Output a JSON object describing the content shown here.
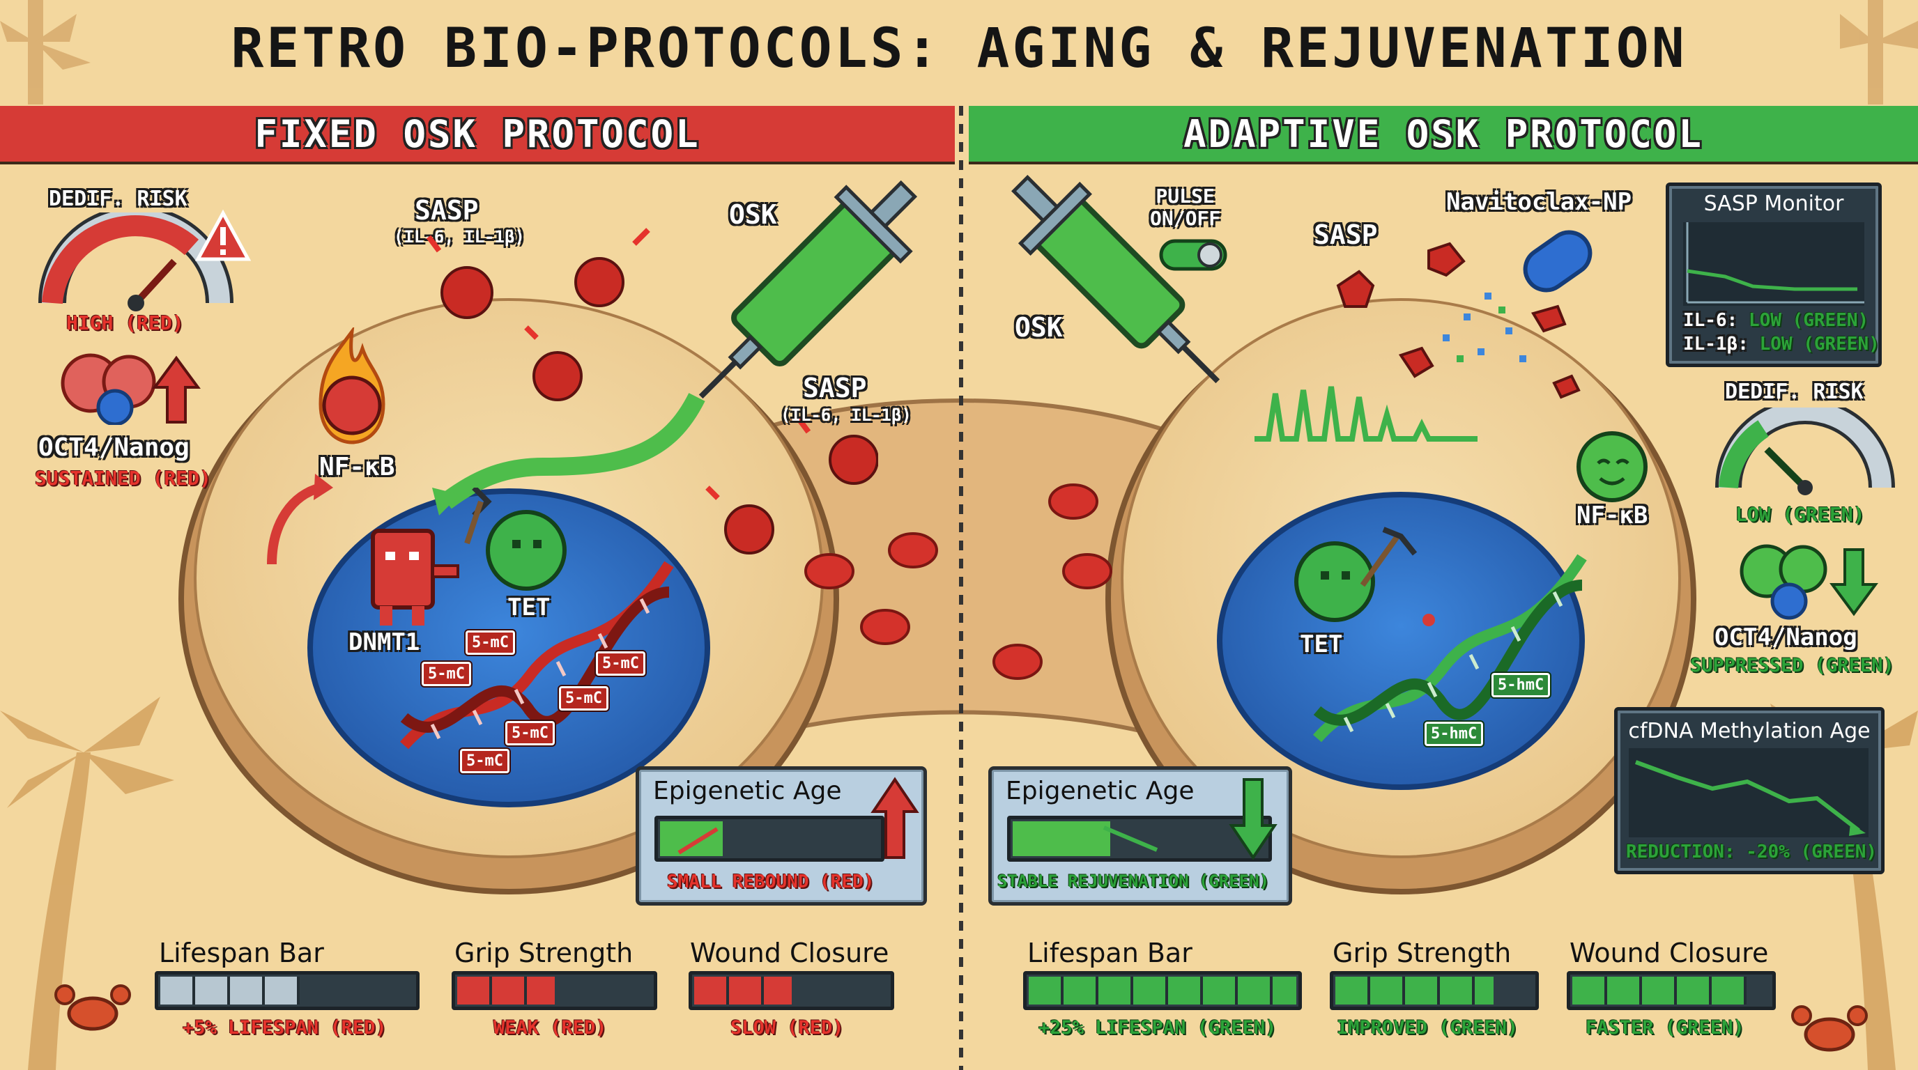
{
  "title": "RETRO BIO-PROTOCOLS: AGING & REJUVENATION",
  "left": {
    "header": "FIXED OSK PROTOCOL",
    "dedif_risk": {
      "label": "DEDIF. RISK",
      "status": "HIGH (RED)",
      "level": 0.85
    },
    "oct4": {
      "label": "OCT4/Nanog",
      "status": "SUSTAINED (RED)"
    },
    "nfkb": "NF-κB",
    "sasp_top": {
      "label": "SASP",
      "sub": "(IL-6, IL-1β)"
    },
    "sasp_right": {
      "label": "SASP",
      "sub": "(IL-6, IL-1β)"
    },
    "osk": "OSK",
    "dnmt1": "DNMT1",
    "tet": "TET",
    "marks": [
      "5-mC",
      "5-mC",
      "5-mC",
      "5-mC",
      "5-mC",
      "5-mC"
    ],
    "epi": {
      "title": "Epigenetic Age",
      "status": "SMALL REBOUND (RED)"
    },
    "bars": [
      {
        "label": "Lifespan Bar",
        "status": "+5% LIFESPAN (RED)",
        "fill": 0.55
      },
      {
        "label": "Grip Strength",
        "status": "WEAK (RED)",
        "fill": 0.5
      },
      {
        "label": "Wound Closure",
        "status": "SLOW (RED)",
        "fill": 0.5
      }
    ]
  },
  "right": {
    "header": "ADAPTIVE OSK PROTOCOL",
    "pulse": "PULSE\nON/OFF",
    "osk": "OSK",
    "sasp": "SASP",
    "navitoclax": "Navitoclax-NP",
    "monitor": {
      "title": "SASP Monitor",
      "il6": "IL-6:",
      "il6_status": "LOW (GREEN)",
      "il1b": "IL-1β:",
      "il1b_status": "LOW (GREEN)"
    },
    "dedif_risk": {
      "label": "DEDIF. RISK",
      "status": "LOW (GREEN)",
      "level": 0.25
    },
    "nfkb": "NF-κB",
    "oct4": {
      "label": "OCT4/Nanog",
      "status": "SUPPRESSED (GREEN)"
    },
    "tet": "TET",
    "marks": [
      "5-hmC",
      "5-hmC"
    ],
    "cfdna": {
      "title": "cfDNA Methylation Age",
      "status": "REDUCTION: -20% (GREEN)"
    },
    "epi": {
      "title": "Epigenetic Age",
      "status": "STABLE REJUVENATION (GREEN)"
    },
    "bars": [
      {
        "label": "Lifespan Bar",
        "status": "+25% LIFESPAN (GREEN)",
        "fill": 1.0
      },
      {
        "label": "Grip Strength",
        "status": "IMPROVED (GREEN)",
        "fill": 0.8
      },
      {
        "label": "Wound Closure",
        "status": "FASTER (GREEN)",
        "fill": 0.88
      }
    ]
  },
  "colors": {
    "red": "#d63b36",
    "green": "#3eb24a",
    "sand": "#f3d79e",
    "nucleus": "#2f6fc6"
  }
}
